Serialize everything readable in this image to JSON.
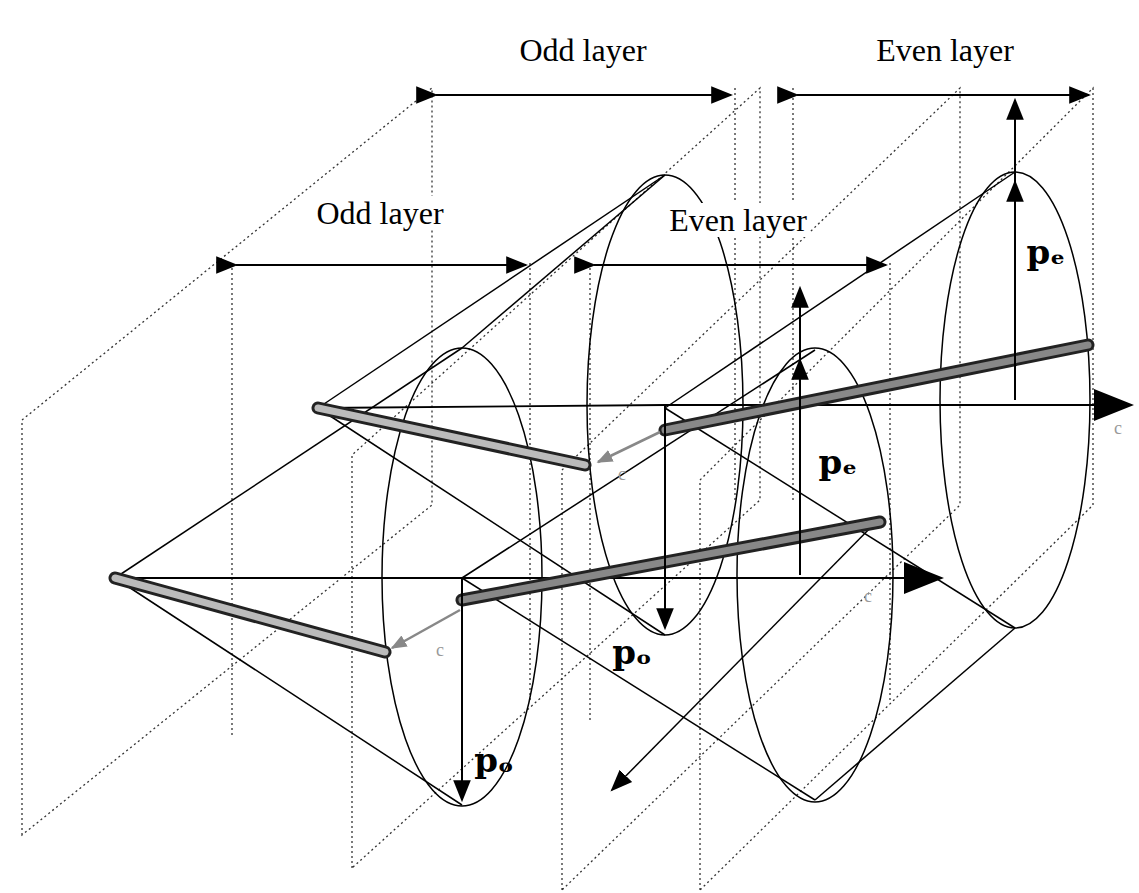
{
  "diagram": {
    "labels": [
      "Odd layer",
      "Even layer",
      "Odd layer",
      "Even layer",
      "pₑ",
      "pₑ",
      "pₒ",
      "pₒ",
      "c",
      "c",
      "c",
      "c"
    ]
  }
}
